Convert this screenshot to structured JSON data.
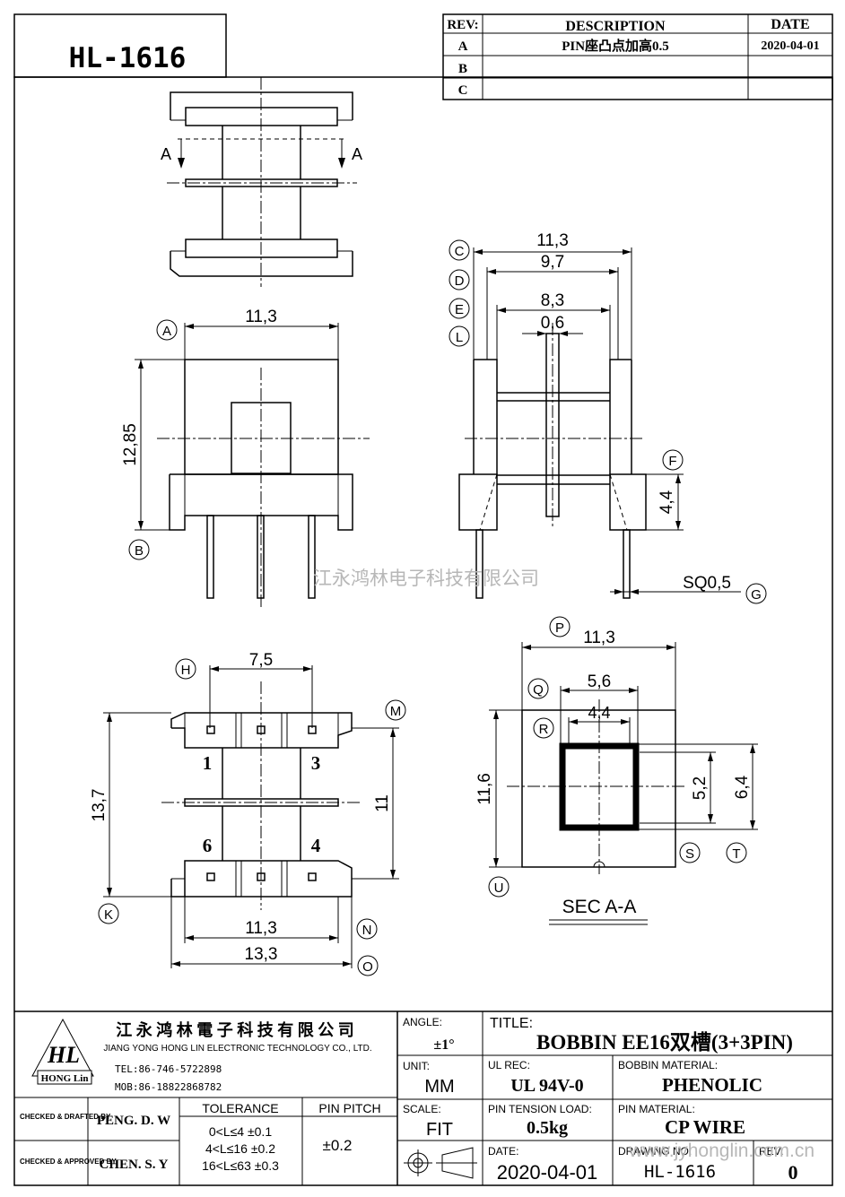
{
  "part_no": "HL-1616",
  "revision_table": {
    "headers": {
      "rev": "REV:",
      "description": "DESCRIPTION",
      "date": "DATE"
    },
    "rows": [
      {
        "rev": "A",
        "description": "PIN座凸点加高0.5",
        "date": "2020-04-01"
      },
      {
        "rev": "B",
        "description": "",
        "date": ""
      },
      {
        "rev": "C",
        "description": "",
        "date": ""
      }
    ]
  },
  "watermark_center": "江永鸿林电子科技有限公司",
  "watermark_url": "www.jyhonglin.com.cn",
  "dims": {
    "front_width": "11,3",
    "front_height": "12,85",
    "side_outer": "11,3",
    "side_9_7": "9,7",
    "side_8_3": "8,3",
    "side_0_6": "0,6",
    "side_4_4": "4,4",
    "pin_sq": "SQ0,5",
    "bot_7_5": "7,5",
    "bot_13_7": "13,7",
    "bot_11": "11",
    "bot_11_3": "11,3",
    "bot_13_3": "13,3",
    "sec_11_3": "11,3",
    "sec_5_6": "5,6",
    "sec_4_4": "4,4",
    "sec_11_6": "11,6",
    "sec_5_2": "5,2",
    "sec_6_4": "6,4"
  },
  "section_marker": "A",
  "section_title": "SEC A-A",
  "callouts": [
    "A",
    "B",
    "C",
    "D",
    "E",
    "L",
    "F",
    "G",
    "H",
    "M",
    "K",
    "N",
    "O",
    "P",
    "Q",
    "R",
    "S",
    "T",
    "U"
  ],
  "pin_numbers": [
    "1",
    "3",
    "6",
    "4"
  ],
  "title_block": {
    "company_cn": "江 永 鸿 林 電 子 科 技 有 限 公 司",
    "company_en": "JIANG YONG HONG LIN ELECTRONIC TECHNOLOGY CO., LTD.",
    "logo_text": "HL",
    "logo_sub": "HONG Lin",
    "tel": "TEL:86-746-5722898",
    "mob": "MOB:86-18822868782",
    "checked_drafted_label": "CHECKED & DRAFTED BY",
    "checked_drafted_name": "PENG. D. W",
    "checked_approved_label": "CHECKED & APPROVED BY",
    "checked_approved_name": "CHEN. S. Y",
    "tolerance_label": "TOLERANCE",
    "tolerance_lines": [
      "0<L≤4  ±0.1",
      "4<L≤16 ±0.2",
      "16<L≤63 ±0.3"
    ],
    "pin_pitch_label": "PIN PITCH",
    "pin_pitch_value": "±0.2",
    "angle_label": "ANGLE:",
    "angle_value": "±1°",
    "unit_label": "UNIT:",
    "unit_value": "MM",
    "scale_label": "SCALE:",
    "scale_value": "FIT",
    "title_label": "TITLE:",
    "title_value": "BOBBIN EE16双槽(3+3PIN)",
    "ul_label": "UL REC:",
    "ul_value": "UL 94V-0",
    "bobbin_mat_label": "BOBBIN MATERIAL:",
    "bobbin_mat_value": "PHENOLIC",
    "tension_label": "PIN TENSION LOAD:",
    "tension_value": "0.5kg",
    "pin_mat_label": "PIN MATERIAL:",
    "pin_mat_value": "CP WIRE",
    "date_label": "DATE:",
    "date_value": "2020-04-01",
    "drawing_no_label": "DRAWING NO:",
    "drawing_no_value": "HL-1616",
    "rev_label": "REV:",
    "rev_value": "0"
  }
}
